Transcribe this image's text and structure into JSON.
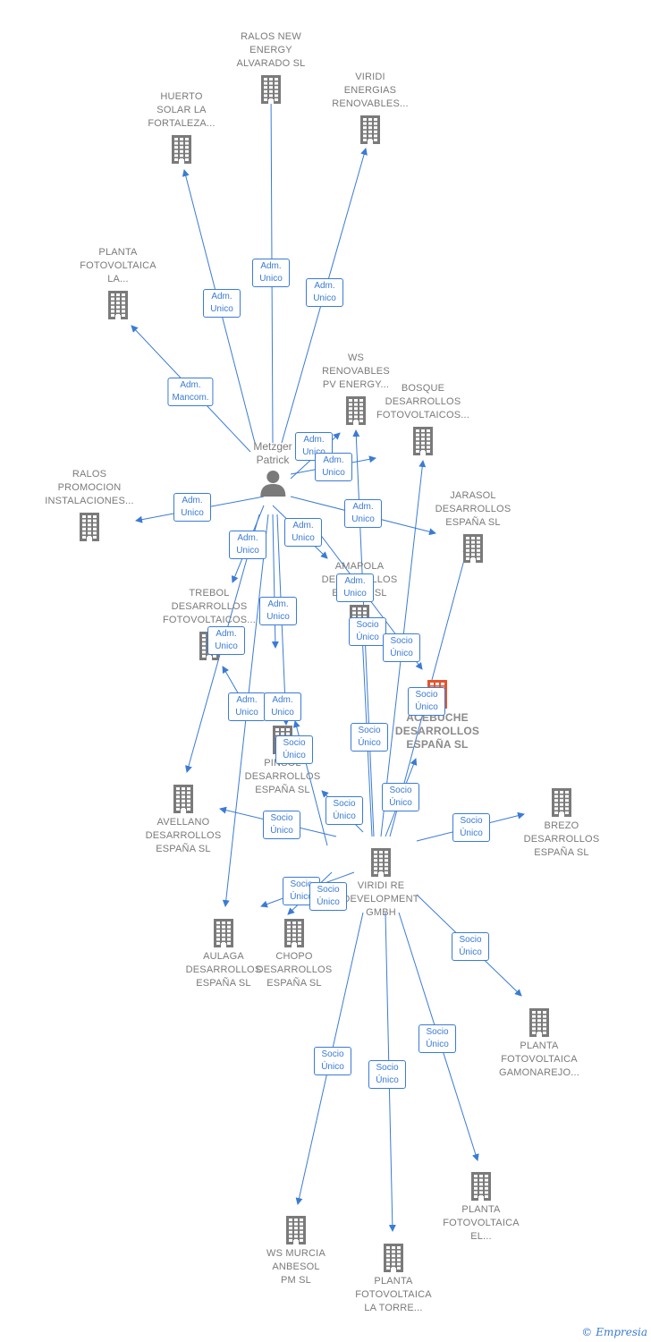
{
  "person": {
    "label": "Metzger\nPatrick"
  },
  "companies": [
    {
      "id": "ralos_new",
      "label": "RALOS NEW\nENERGY\nALVARADO  SL"
    },
    {
      "id": "viridi_energias",
      "label": "VIRIDI\nENERGIAS\nRENOVABLES..."
    },
    {
      "id": "huerto",
      "label": "HUERTO\nSOLAR LA\nFORTALEZA..."
    },
    {
      "id": "planta_la",
      "label": "PLANTA\nFOTOVOLTAICA\nLA..."
    },
    {
      "id": "ws_renovables",
      "label": "WS\nRENOVABLES\nPV ENERGY..."
    },
    {
      "id": "bosque",
      "label": "BOSQUE\nDESARROLLOS\nFOTOVOLTAICOS..."
    },
    {
      "id": "ralos_promocion",
      "label": "RALOS\nPROMOCION\nINSTALACIONES..."
    },
    {
      "id": "jarasol",
      "label": "JARASOL\nDESARROLLOS\nESPAÑA  SL"
    },
    {
      "id": "amapola",
      "label": "AMAPOLA\nDESARROLLOS\nESPAÑA  SL"
    },
    {
      "id": "trebol",
      "label": "TREBOL\nDESARROLLOS\nFOTOVOLTAICOS..."
    },
    {
      "id": "acebuche",
      "label": "ACEBUCHE\nDESARROLLOS\nESPAÑA  SL",
      "main": true
    },
    {
      "id": "pinsol",
      "label": "PINSOL\nDESARROLLOS\nESPAÑA  SL"
    },
    {
      "id": "avellano",
      "label": "AVELLANO\nDESARROLLOS\nESPAÑA  SL"
    },
    {
      "id": "brezo",
      "label": "BREZO\nDESARROLLOS\nESPAÑA  SL"
    },
    {
      "id": "viridi_re",
      "label": "VIRIDI RE\nDEVELOPMENT\nGMBH"
    },
    {
      "id": "aulaga",
      "label": "AULAGA\nDESARROLLOS\nESPAÑA  SL"
    },
    {
      "id": "chopo",
      "label": "CHOPO\nDESARROLLOS\nESPAÑA  SL"
    },
    {
      "id": "planta_gamonarejo",
      "label": "PLANTA\nFOTOVOLTAICA\nGAMONAREJO..."
    },
    {
      "id": "planta_el",
      "label": "PLANTA\nFOTOVOLTAICA\nEL..."
    },
    {
      "id": "ws_murcia",
      "label": "WS MURCIA\nANBESOL\nPM SL"
    },
    {
      "id": "planta_torre",
      "label": "PLANTA\nFOTOVOLTAICA\nLA TORRE..."
    }
  ],
  "relations": {
    "adm_unico": "Adm.\nUnico",
    "adm_mancom": "Adm.\nMancom.",
    "socio_unico": "Socio\nÚnico"
  },
  "colors": {
    "edge": "#3a7bd5",
    "building": "#7a7a7a",
    "highlight": "#e8532a"
  },
  "footer": {
    "copyright": "©",
    "brand": "Empresia"
  }
}
